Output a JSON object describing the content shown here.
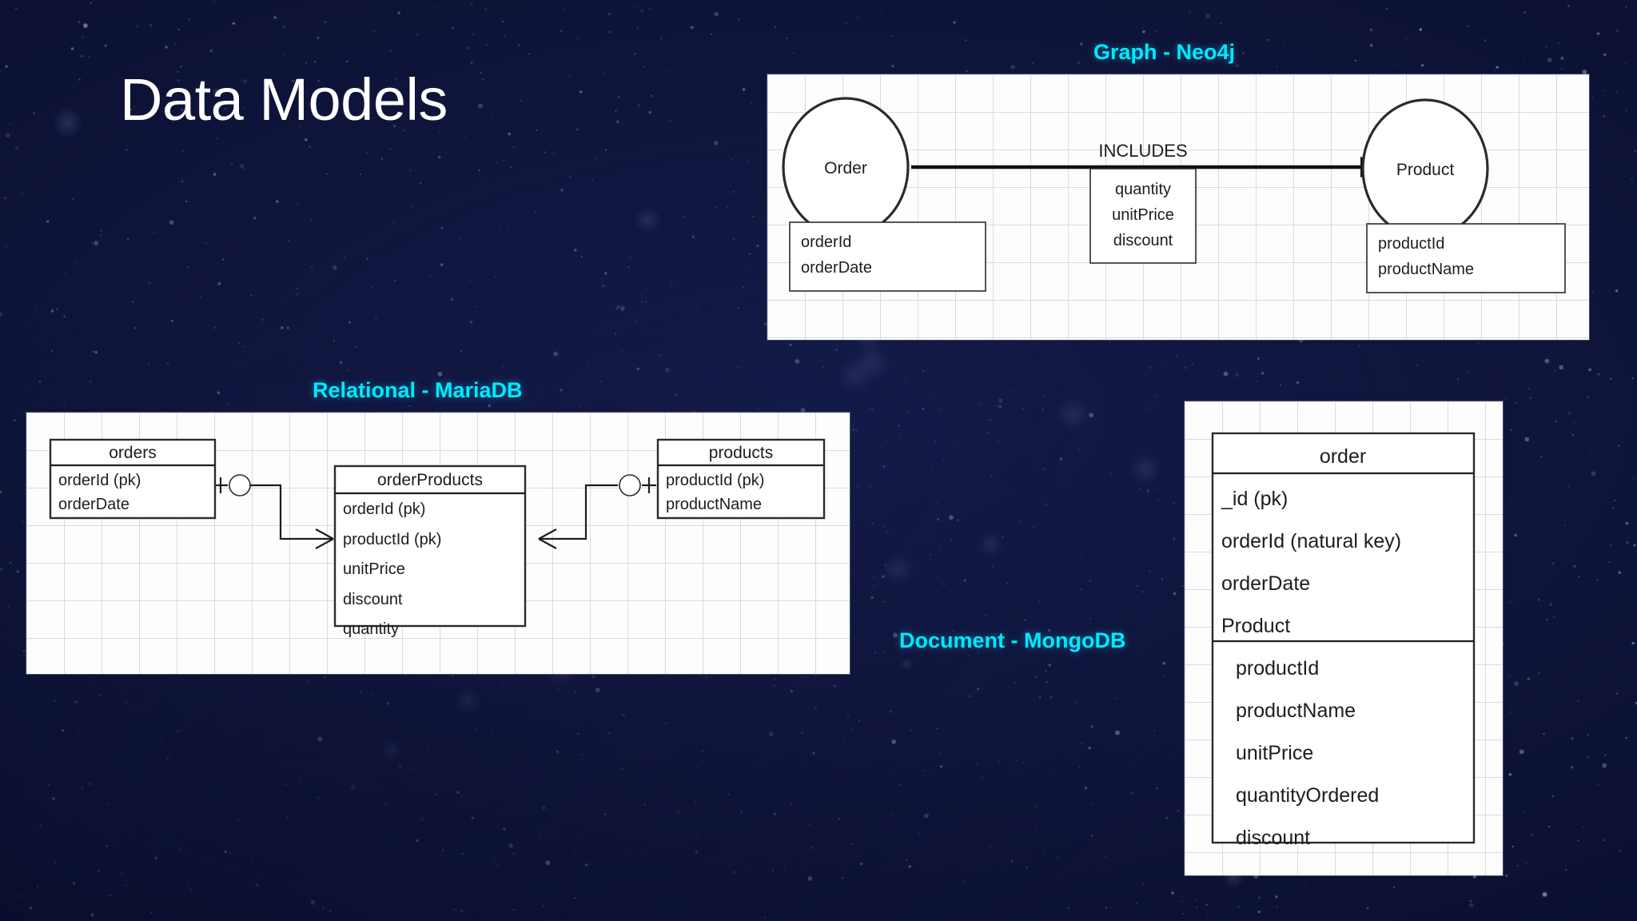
{
  "slide": {
    "title": "Data Models",
    "background_color": "#0b1031",
    "accent_color": "#00e9ff",
    "title_color": "#ffffff"
  },
  "sections": {
    "graph": {
      "caption": "Graph - Neo4j",
      "nodes": [
        {
          "name": "Order",
          "properties": [
            "orderId",
            "orderDate"
          ]
        },
        {
          "name": "Product",
          "properties": [
            "productId",
            "productName"
          ]
        }
      ],
      "relationship": {
        "name": "INCLUDES",
        "from": "Order",
        "to": "Product",
        "properties": [
          "quantity",
          "unitPrice",
          "discount"
        ]
      }
    },
    "relational": {
      "caption": "Relational - MariaDB",
      "tables": [
        {
          "name": "orders",
          "columns": [
            "orderId (pk)",
            "orderDate"
          ]
        },
        {
          "name": "orderProducts",
          "columns": [
            "orderId (pk)",
            "productId (pk)",
            "unitPrice",
            "discount",
            "quantity"
          ]
        },
        {
          "name": "products",
          "columns": [
            "productId (pk)",
            "productName"
          ]
        }
      ],
      "relationships": [
        {
          "from": "orders",
          "to": "orderProducts",
          "from_cardinality": "one",
          "to_cardinality": "many"
        },
        {
          "from": "products",
          "to": "orderProducts",
          "from_cardinality": "one",
          "to_cardinality": "many"
        }
      ]
    },
    "document": {
      "caption": "Document - MongoDB",
      "collection": "order",
      "fields": [
        "_id (pk)",
        "orderId (natural key)",
        "orderDate",
        "Product"
      ],
      "embedded": {
        "name": "Product",
        "fields": [
          "productId",
          "productName",
          "unitPrice",
          "quantityOrdered",
          "discount"
        ]
      }
    }
  }
}
